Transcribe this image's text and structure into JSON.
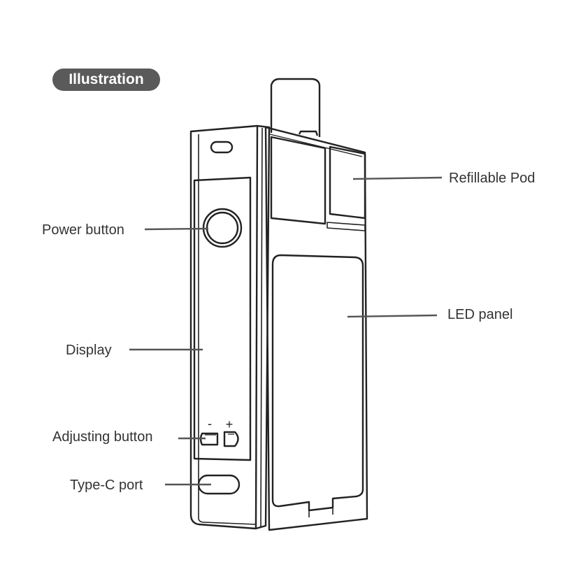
{
  "badge": {
    "text": "Illustration"
  },
  "labels": {
    "refillable_pod": "Refillable Pod",
    "power_button": "Power button",
    "led_panel": "LED panel",
    "display": "Display",
    "adjusting_button": "Adjusting button",
    "type_c_port": "Type-C port"
  },
  "symbols": {
    "minus": "-",
    "plus": "+"
  },
  "colors": {
    "badge_bg": "#5a5a5a",
    "line": "#222222",
    "text": "#333333"
  }
}
